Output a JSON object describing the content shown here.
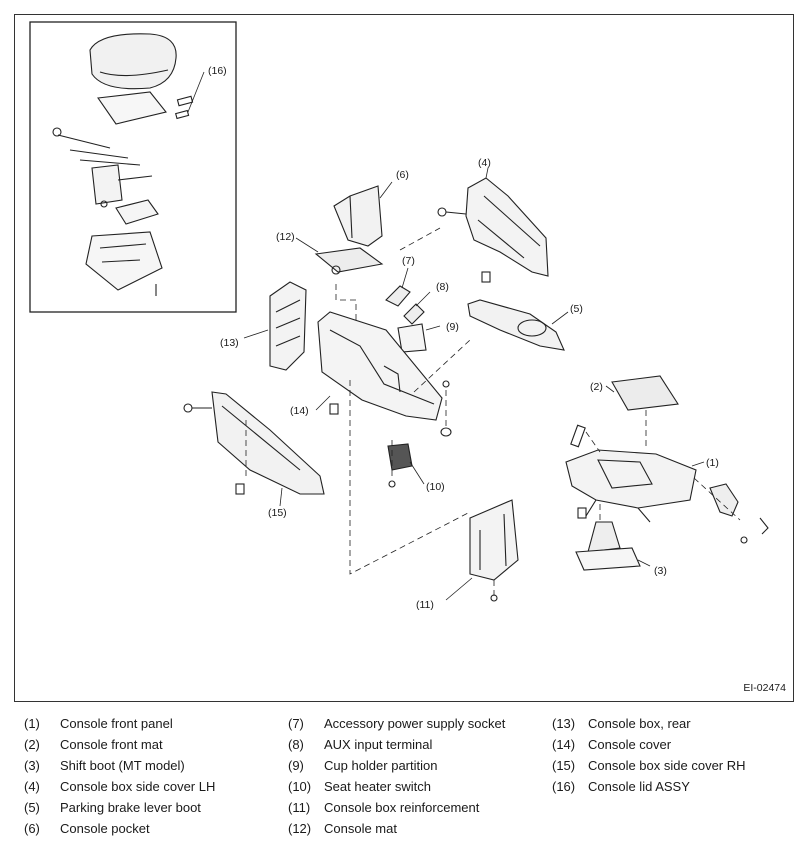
{
  "diagram": {
    "figure_code": "EI-02474",
    "callouts": [
      "(1)",
      "(2)",
      "(3)",
      "(4)",
      "(5)",
      "(6)",
      "(7)",
      "(8)",
      "(9)",
      "(10)",
      "(11)",
      "(12)",
      "(13)",
      "(14)",
      "(15)",
      "(16)"
    ]
  },
  "legend": {
    "items": [
      {
        "num": "(1)",
        "label": "Console front panel"
      },
      {
        "num": "(2)",
        "label": "Console front mat"
      },
      {
        "num": "(3)",
        "label": "Shift boot (MT model)"
      },
      {
        "num": "(4)",
        "label": "Console box side cover LH"
      },
      {
        "num": "(5)",
        "label": "Parking brake lever boot"
      },
      {
        "num": "(6)",
        "label": "Console pocket"
      },
      {
        "num": "(7)",
        "label": "Accessory power supply socket"
      },
      {
        "num": "(8)",
        "label": "AUX input terminal"
      },
      {
        "num": "(9)",
        "label": "Cup holder partition"
      },
      {
        "num": "(10)",
        "label": "Seat heater switch"
      },
      {
        "num": "(11)",
        "label": "Console box reinforcement"
      },
      {
        "num": "(12)",
        "label": "Console mat"
      },
      {
        "num": "(13)",
        "label": "Console box, rear"
      },
      {
        "num": "(14)",
        "label": "Console cover"
      },
      {
        "num": "(15)",
        "label": "Console box side cover RH"
      },
      {
        "num": "(16)",
        "label": "Console lid ASSY"
      }
    ]
  }
}
